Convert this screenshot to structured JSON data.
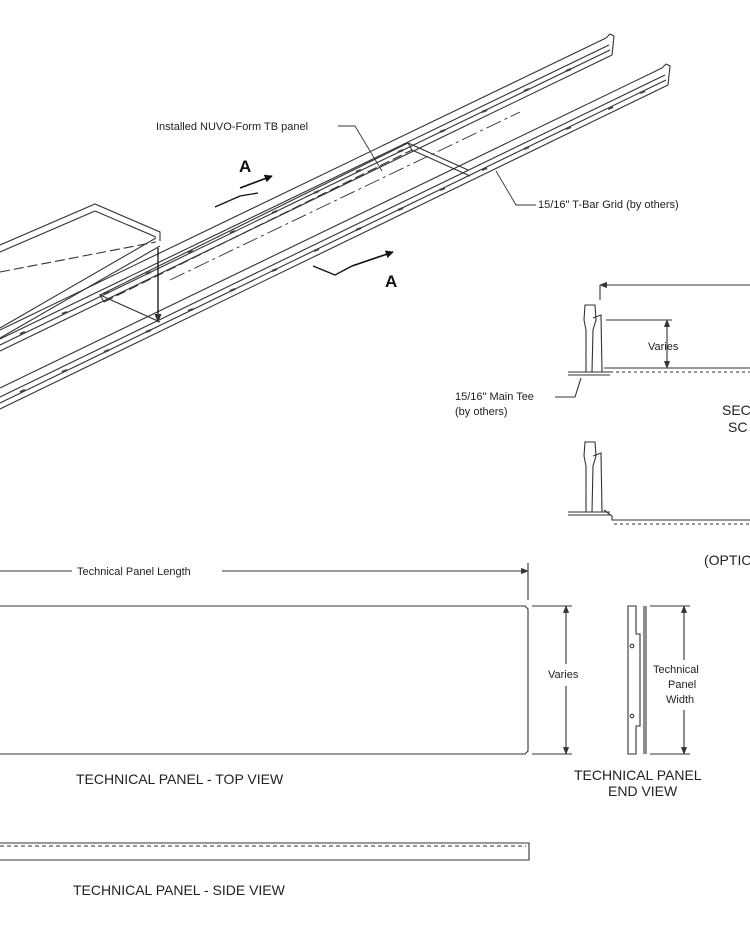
{
  "colors": {
    "line": "#333333",
    "background": "#ffffff"
  },
  "iso_view": {
    "panel_callout": "Installed NUVO-Form TB panel",
    "grid_callout": "15/16\" T-Bar Grid (by others)",
    "section_marker": "A"
  },
  "section_view": {
    "varies_label": "Varies",
    "main_tee_line1": "15/16\" Main Tee",
    "main_tee_line2": "(by others)",
    "title_line1_partial": "SEC",
    "title_line2_partial": "SC",
    "optional_partial": "(OPTIO"
  },
  "top_view": {
    "length_label": "Technical Panel Length",
    "height_label": "Varies",
    "title": "TECHNICAL PANEL - TOP VIEW"
  },
  "end_view": {
    "width_label_line1": "Technical",
    "width_label_line2": "Panel",
    "width_label_line3": "Width",
    "title_line1": "TECHNICAL PANEL",
    "title_line2": "END VIEW"
  },
  "side_view": {
    "title": "TECHNICAL PANEL - SIDE VIEW"
  }
}
